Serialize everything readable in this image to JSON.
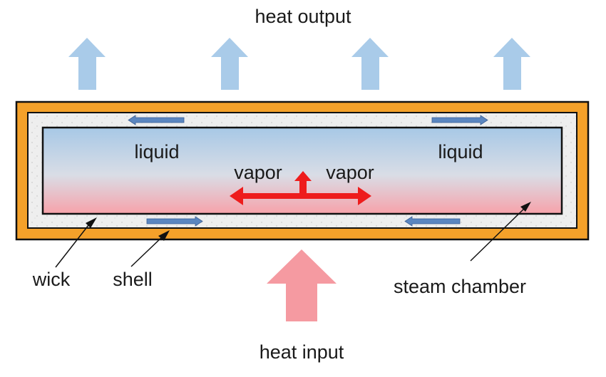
{
  "labels": {
    "heat_output": "heat output",
    "heat_input": "heat input",
    "liquid_left": "liquid",
    "liquid_right": "liquid",
    "vapor_left": "vapor",
    "vapor_right": "vapor",
    "wick": "wick",
    "shell": "shell",
    "steam_chamber": "steam chamber"
  },
  "colors": {
    "shell_orange": "#f4a12a",
    "wick_gray": "#ececec",
    "chamber_top_blue": "#a9c9e6",
    "chamber_bottom_pink": "#f6a6ad",
    "output_arrow_blue": "#a9cbe9",
    "input_arrow_pink": "#f59aa1",
    "vapor_arrow_red": "#ee1c1c",
    "liquid_arrow_blue": "#5b86c0",
    "outline_black": "#111111"
  }
}
